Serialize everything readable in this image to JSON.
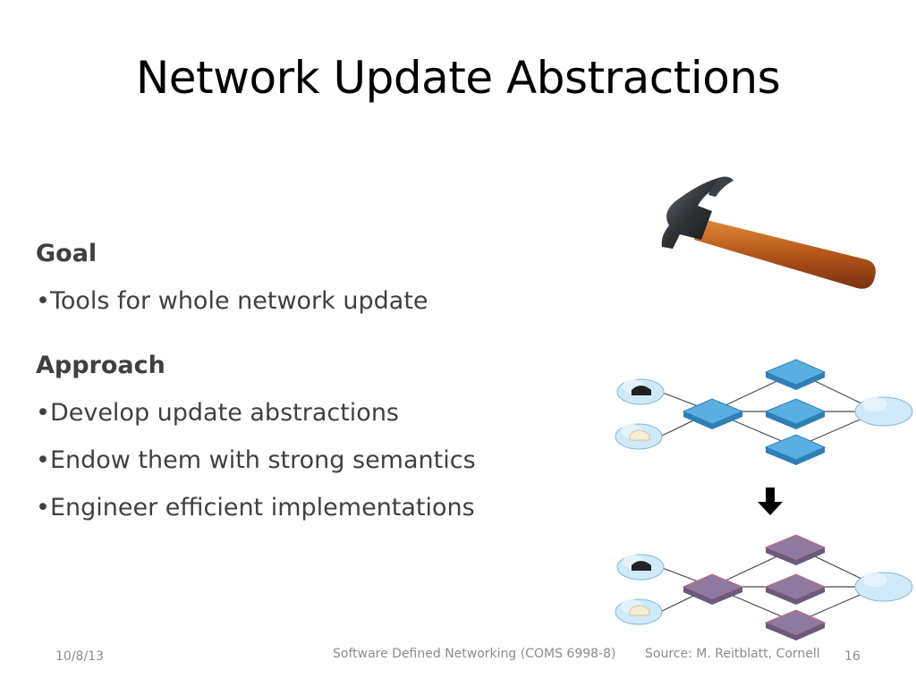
{
  "slide": {
    "title": "Network Update Abstractions",
    "sections": [
      {
        "heading": "Goal",
        "bullets": [
          "Tools for whole network update"
        ]
      },
      {
        "heading": "Approach",
        "bullets": [
          "Develop update abstractions",
          "Endow them with strong semantics",
          "Engineer efficient implementations"
        ]
      }
    ],
    "bullet_glyph": "•"
  },
  "footer": {
    "date": "10/8/13",
    "course": "Software Defined Networking (COMS 6998-8)",
    "source": "Source: M. Reitblatt, Cornell",
    "page_number": "16"
  },
  "icons": [
    "hammer-icon",
    "network-diagram-before",
    "down-arrow-icon",
    "network-diagram-after"
  ],
  "colors": {
    "title": "#000000",
    "body_text": "#404040",
    "footer_text": "#8c8c8c",
    "switch_before": "#5aaee0",
    "switch_after": "#8e7a9f",
    "cloud": "#a8d8f0",
    "hammer_handle": "#b5561c",
    "hammer_head": "#2e3236"
  }
}
